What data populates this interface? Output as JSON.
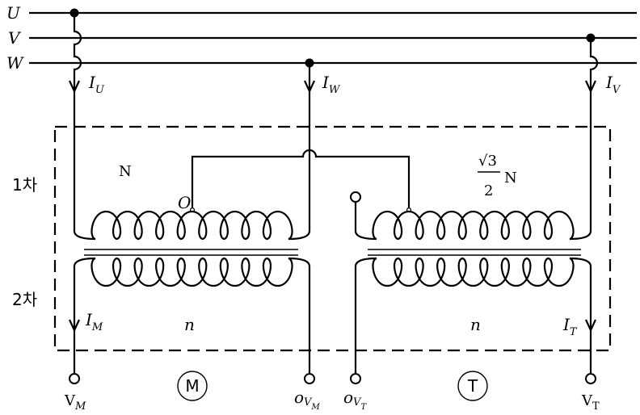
{
  "lines": {
    "u": "U",
    "v": "V",
    "w": "W"
  },
  "currents": {
    "iu": {
      "main": "I",
      "sub": "U"
    },
    "iw": {
      "main": "I",
      "sub": "W"
    },
    "iv": {
      "main": "I",
      "sub": "V"
    },
    "im": {
      "main": "I",
      "sub": "M"
    },
    "it": {
      "main": "I",
      "sub": "T"
    }
  },
  "sides": {
    "primary": "1차",
    "secondary": "2차"
  },
  "turns": {
    "main_primary": "N",
    "teaser_primary_sqrt": "√3",
    "teaser_primary_den": "2",
    "teaser_primary_n": "N",
    "main_secondary": "n",
    "teaser_secondary": "n"
  },
  "center_tap": "O",
  "terminals": {
    "vm": {
      "main": "V",
      "sub": "M"
    },
    "ovm": {
      "main": "o",
      "sub": "V",
      "subsub": "M"
    },
    "ovt": {
      "main": "o",
      "sub": "V",
      "subsub": "T"
    },
    "vt": {
      "main": "V",
      "sub": "T"
    }
  },
  "machines": {
    "m": "M",
    "t": "T"
  }
}
